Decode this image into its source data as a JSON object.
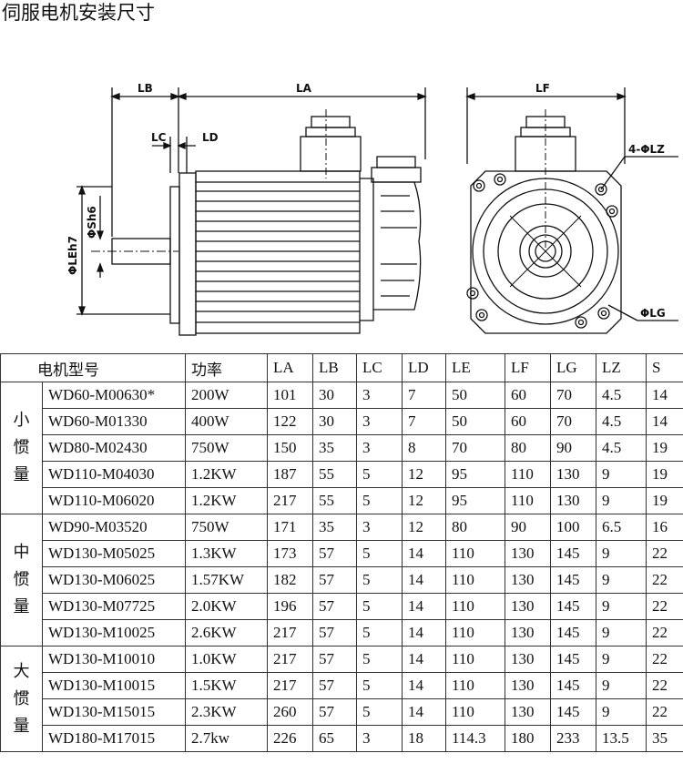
{
  "title": "伺服电机安装尺寸",
  "dimension_labels": {
    "lb": "LB",
    "la": "LA",
    "lc": "LC",
    "ld": "LD",
    "lf": "LF",
    "lz": "4-ΦLZ",
    "lg": "ΦLG",
    "s": "ΦSh6",
    "le": "ΦLEh7"
  },
  "table": {
    "headers": [
      "电机型号",
      "功率",
      "LA",
      "LB",
      "LC",
      "LD",
      "LE",
      "LF",
      "LG",
      "LZ",
      "S"
    ],
    "groups": [
      {
        "label": [
          "小",
          "惯",
          "量"
        ],
        "rows": [
          [
            "WD60-M00630*",
            "200W",
            "101",
            "30",
            "3",
            "7",
            "50",
            "60",
            "70",
            "4.5",
            "14"
          ],
          [
            "WD60-M01330",
            "400W",
            "122",
            "30",
            "3",
            "7",
            "50",
            "60",
            "70",
            "4.5",
            "14"
          ],
          [
            "WD80-M02430",
            "750W",
            "150",
            "35",
            "3",
            "8",
            "70",
            "80",
            "90",
            "4.5",
            "19"
          ],
          [
            "WD110-M04030",
            "1.2KW",
            "187",
            "55",
            "5",
            "12",
            "95",
            "110",
            "130",
            "9",
            "19"
          ],
          [
            "WD110-M06020",
            "1.2KW",
            "217",
            "55",
            "5",
            "12",
            "95",
            "110",
            "130",
            "9",
            "19"
          ]
        ]
      },
      {
        "label": [
          "中",
          "惯",
          "量"
        ],
        "rows": [
          [
            "WD90-M03520",
            "750W",
            "171",
            "35",
            "3",
            "12",
            "80",
            "90",
            "100",
            "6.5",
            "16"
          ],
          [
            "WD130-M05025",
            "1.3KW",
            "173",
            "57",
            "5",
            "14",
            "110",
            "130",
            "145",
            "9",
            "22"
          ],
          [
            "WD130-M06025",
            "1.57KW",
            "182",
            "57",
            "5",
            "14",
            "110",
            "130",
            "145",
            "9",
            "22"
          ],
          [
            "WD130-M07725",
            "2.0KW",
            "196",
            "57",
            "5",
            "14",
            "110",
            "130",
            "145",
            "9",
            "22"
          ],
          [
            "WD130-M10025",
            "2.6KW",
            "217",
            "57",
            "5",
            "14",
            "110",
            "130",
            "145",
            "9",
            "22"
          ]
        ]
      },
      {
        "label": [
          "大",
          "惯",
          "量"
        ],
        "rows": [
          [
            "WD130-M10010",
            "1.0KW",
            "217",
            "57",
            "5",
            "14",
            "110",
            "130",
            "145",
            "9",
            "22"
          ],
          [
            "WD130-M10015",
            "1.5KW",
            "217",
            "57",
            "5",
            "14",
            "110",
            "130",
            "145",
            "9",
            "22"
          ],
          [
            "WD130-M15015",
            "2.3KW",
            "260",
            "57",
            "5",
            "14",
            "110",
            "130",
            "145",
            "9",
            "22"
          ],
          [
            "WD180-M17015",
            "2.7kw",
            "226",
            "65",
            "3",
            "18",
            "114.3",
            "180",
            "233",
            "13.5",
            "35"
          ]
        ]
      }
    ]
  }
}
